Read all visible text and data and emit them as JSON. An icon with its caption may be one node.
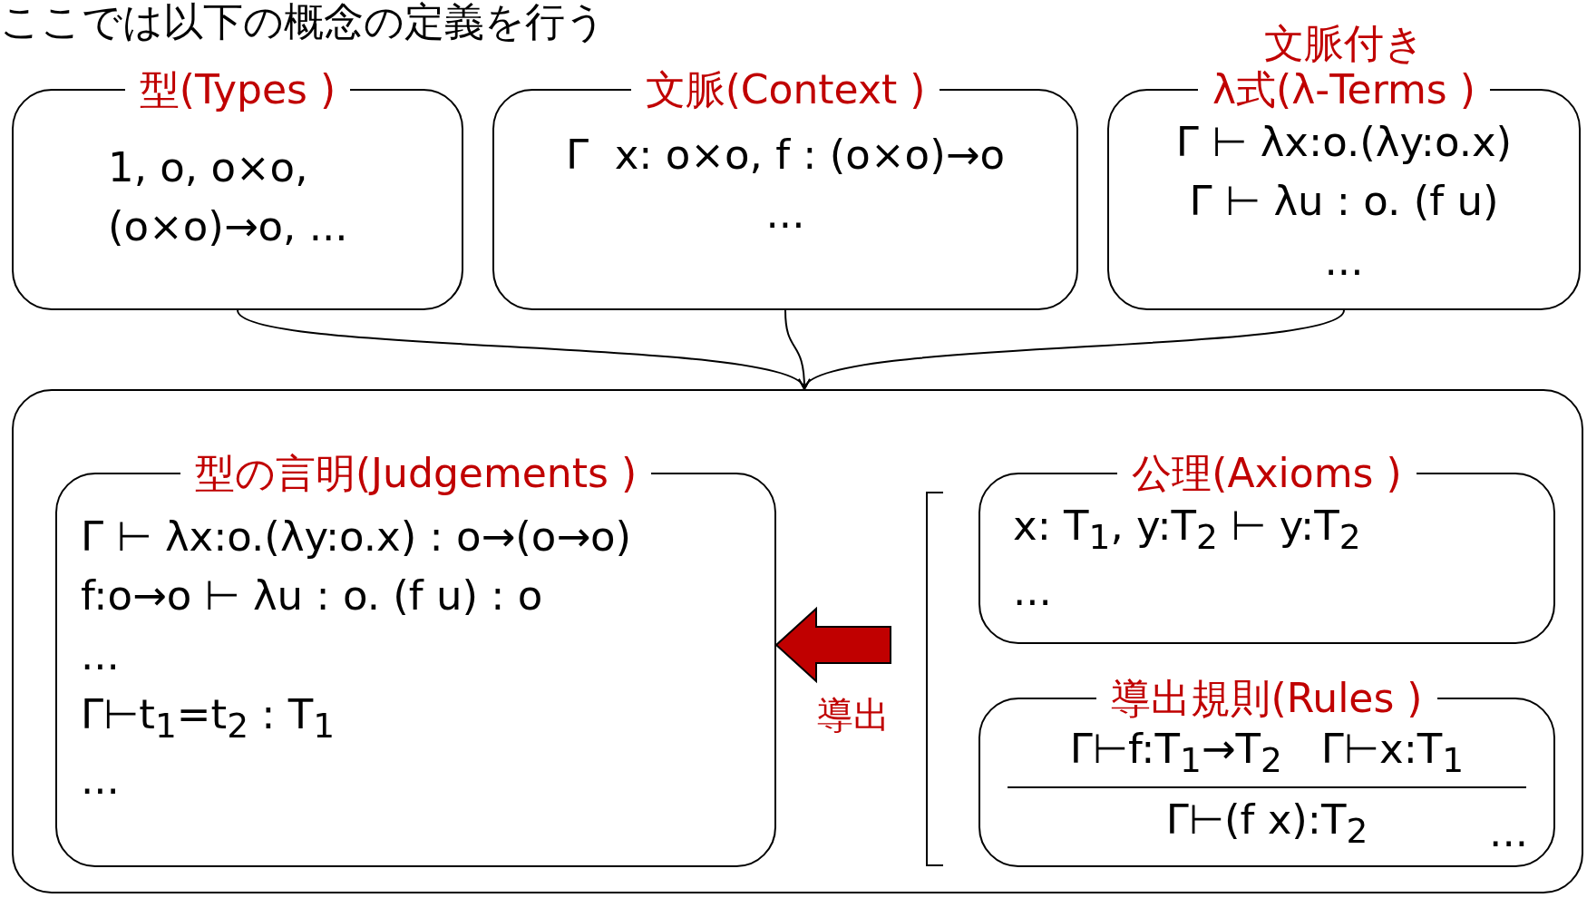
{
  "diagram": {
    "title": "ここでは以下の概念の定義を行う",
    "nodes": [
      {
        "text": [
          "型(Types )",
          "1, o, o×o,",
          "(o×o)→o, ..."
        ]
      },
      {
        "text": [
          "文脈(Context )",
          "Γ  x: o×o, f : (o×o)→o",
          "..."
        ]
      },
      {
        "text": [
          "文脈付き",
          "λ式(λ-Terms )",
          "Γ ⊢ λx:o.(λy:o.x)",
          "Γ ⊢ λu : o. (f u)",
          "..."
        ]
      },
      {
        "text": [],
        "shape": "box"
      },
      {
        "text": [
          "型の言明(Judgements )",
          "Γ ⊢ λx:o.(λy:o.x) : o→(o→o)",
          "f:o→o ⊢ λu : o. (f u) : o",
          "...",
          "Γ⊢t$_{1}$=t$_{2}$ : T$_{1}$",
          "..."
        ],
        "in": 3
      },
      {
        "text": [
          "公理(Axioms )",
          "x: T$_{1}$, y:T$_{2}$ ⊢ y:T$_{2}$",
          "..."
        ],
        "in": 3
      },
      {
        "text": [
          "導出規則(Rules )",
          "Γ⊢f:T$_{1}$→T$_{2}$   Γ⊢x:T$_{1}$",
          "Γ⊢(f x):T$_{2}$",
          "..."
        ],
        "in": 3
      }
    ],
    "edges": [
      {
        "from": 0,
        "to": 3,
        "arrow": "to"
      },
      {
        "from": 1,
        "to": 3,
        "arrow": "to"
      },
      {
        "from": 2,
        "to": 3,
        "arrow": "to"
      },
      {
        "from": null,
        "to": 4,
        "arrow": "to",
        "label": "導出",
        "style": "thick",
        "color": "#c00000"
      }
    ]
  }
}
